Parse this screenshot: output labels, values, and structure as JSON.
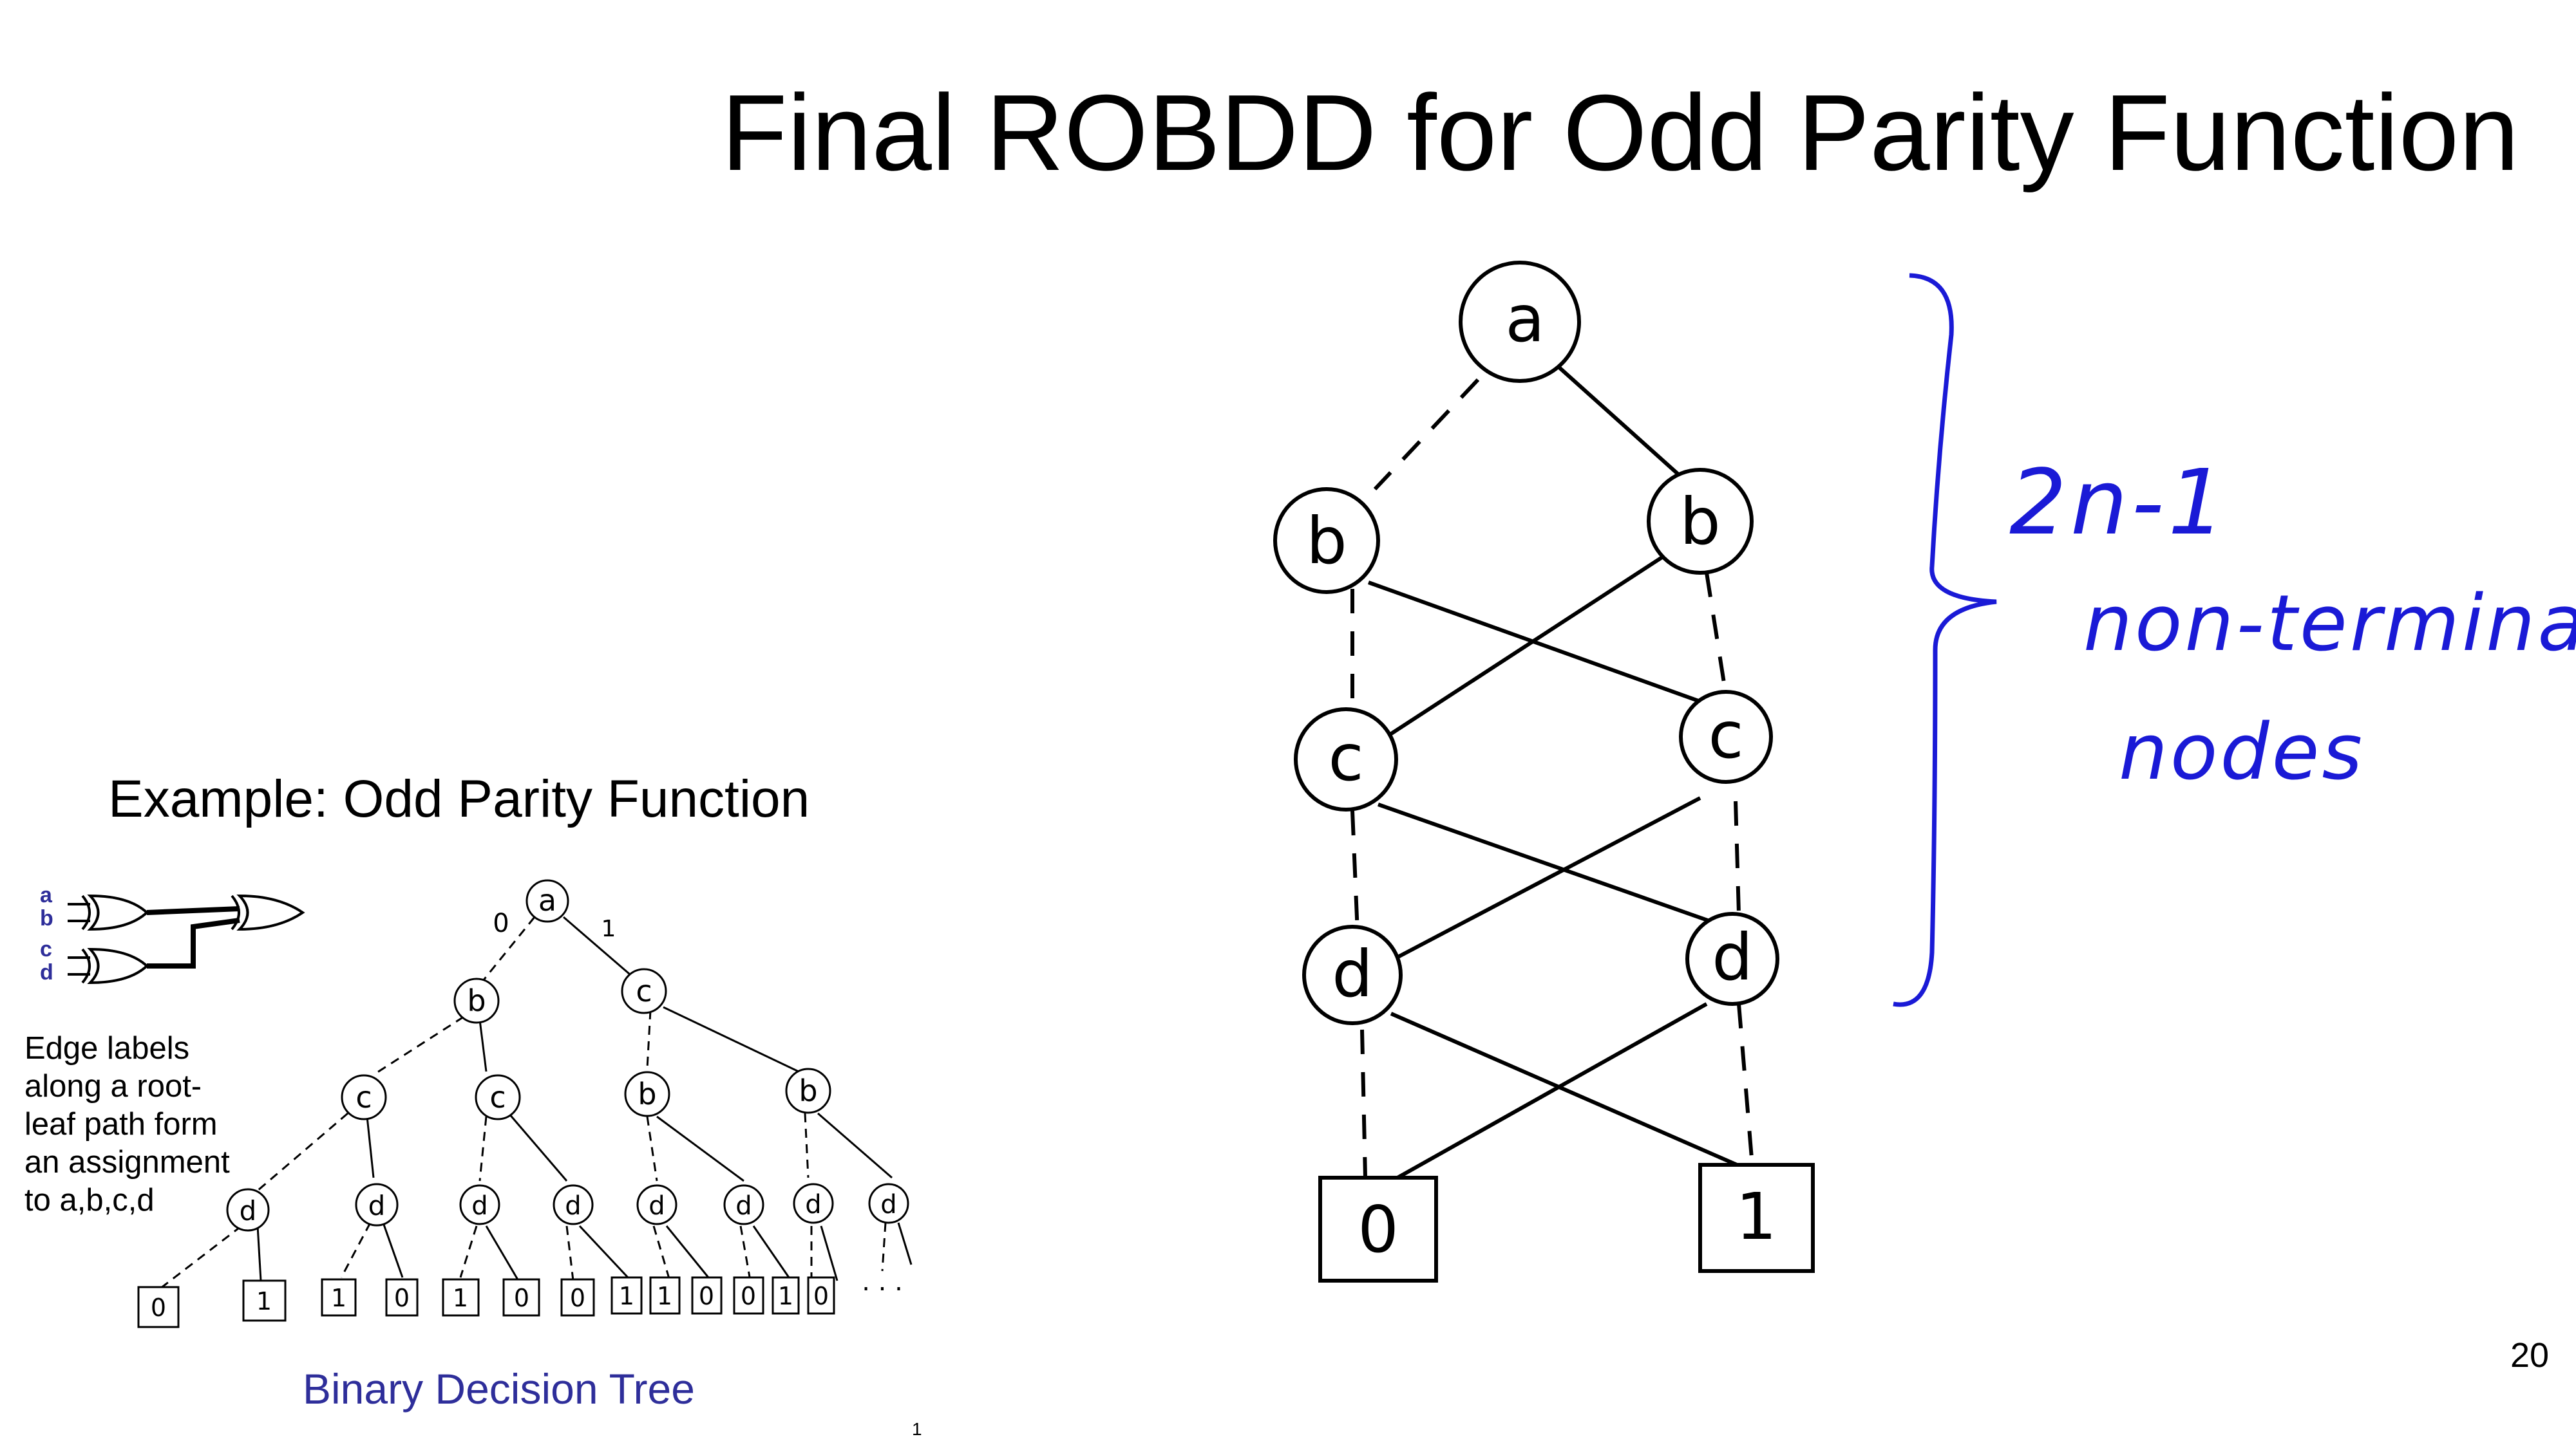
{
  "slide": {
    "title": "Final ROBDD for Odd Parity Function",
    "page_number": "20",
    "footnote_number": "1"
  },
  "example": {
    "title": "Example: Odd Parity Function",
    "inputs": [
      "a",
      "b",
      "c",
      "d"
    ],
    "edge_note_lines": [
      "Edge labels",
      "along a root-",
      "leaf path form",
      "an assignment",
      "to a,b,c,d"
    ],
    "caption": "Binary Decision Tree",
    "edge_label_zero": "0",
    "edge_label_one": "1",
    "ellipsis": ". . ."
  },
  "small_tree": {
    "nodes": [
      {
        "id": "t_a",
        "label": "a"
      },
      {
        "id": "t_b1",
        "label": "b"
      },
      {
        "id": "t_c1",
        "label": "c"
      },
      {
        "id": "t_c2",
        "label": "c"
      },
      {
        "id": "t_c3",
        "label": "c"
      },
      {
        "id": "t_b2",
        "label": "b"
      },
      {
        "id": "t_b3",
        "label": "b"
      },
      {
        "id": "t_d1",
        "label": "d"
      },
      {
        "id": "t_d2",
        "label": "d"
      },
      {
        "id": "t_d3",
        "label": "d"
      },
      {
        "id": "t_d4",
        "label": "d"
      },
      {
        "id": "t_d5",
        "label": "d"
      },
      {
        "id": "t_d6",
        "label": "d"
      },
      {
        "id": "t_d7",
        "label": "d"
      },
      {
        "id": "t_d8",
        "label": "d"
      }
    ],
    "leaves": [
      "0",
      "1",
      "1",
      "0",
      "1",
      "0",
      "0",
      "1",
      "1",
      "0",
      "0",
      "1",
      "0"
    ]
  },
  "robdd": {
    "nodes": [
      {
        "id": "n_a",
        "label": "a"
      },
      {
        "id": "n_b_left",
        "label": "b"
      },
      {
        "id": "n_b_right",
        "label": "b"
      },
      {
        "id": "n_c_left",
        "label": "c"
      },
      {
        "id": "n_c_right",
        "label": "c"
      },
      {
        "id": "n_d_left",
        "label": "d"
      },
      {
        "id": "n_d_right",
        "label": "d"
      }
    ],
    "terminals": [
      {
        "id": "term_0",
        "label": "0"
      },
      {
        "id": "term_1",
        "label": "1"
      }
    ],
    "edges": [
      {
        "from": "n_a",
        "to": "n_b_left",
        "style": "dashed"
      },
      {
        "from": "n_a",
        "to": "n_b_right",
        "style": "solid"
      },
      {
        "from": "n_b_left",
        "to": "n_c_left",
        "style": "dashed"
      },
      {
        "from": "n_b_left",
        "to": "n_c_right",
        "style": "solid"
      },
      {
        "from": "n_b_right",
        "to": "n_c_left",
        "style": "solid"
      },
      {
        "from": "n_b_right",
        "to": "n_c_right",
        "style": "dashed"
      },
      {
        "from": "n_c_left",
        "to": "n_d_left",
        "style": "dashed"
      },
      {
        "from": "n_c_left",
        "to": "n_d_right",
        "style": "solid"
      },
      {
        "from": "n_c_right",
        "to": "n_d_left",
        "style": "solid"
      },
      {
        "from": "n_c_right",
        "to": "n_d_right",
        "style": "dashed"
      },
      {
        "from": "n_d_left",
        "to": "term_0",
        "style": "dashed"
      },
      {
        "from": "n_d_left",
        "to": "term_1",
        "style": "solid"
      },
      {
        "from": "n_d_right",
        "to": "term_0",
        "style": "solid"
      },
      {
        "from": "n_d_right",
        "to": "term_1",
        "style": "dashed"
      }
    ]
  },
  "annotation": {
    "line1": "2n-1",
    "line2": "non-terminal",
    "line3": "nodes",
    "color": "#1a1ad6"
  }
}
